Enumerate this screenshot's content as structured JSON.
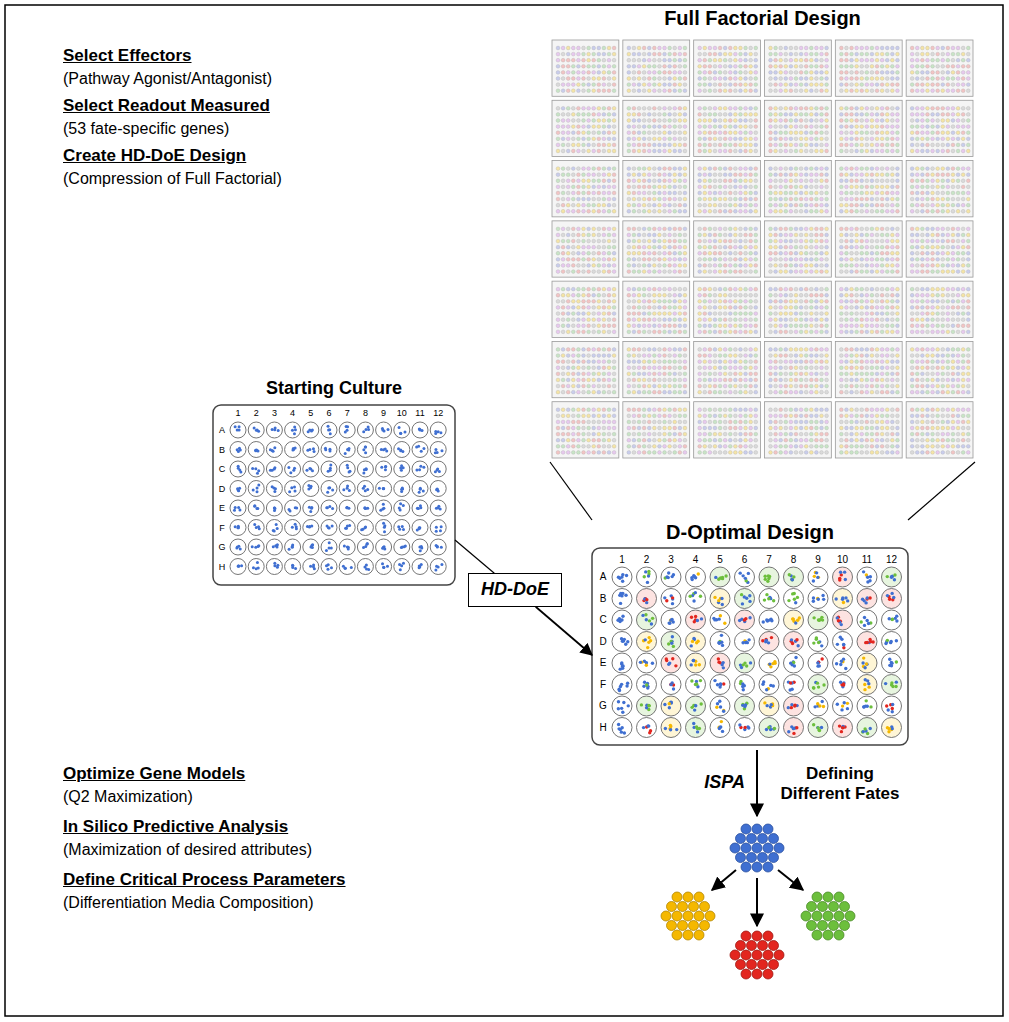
{
  "diagram": {
    "nodes": [
      {
        "text": [
          "Full Factorial Design"
        ]
      },
      {
        "text": [
          "Starting Culture"
        ]
      },
      {
        "text": [
          "HD-DoE"
        ]
      },
      {
        "text": [
          "D-Optimal Design"
        ]
      }
    ],
    "edges": [
      {
        "from": 0,
        "to": 3,
        "arrow": "none"
      },
      {
        "from": 0,
        "to": 3,
        "arrow": "none"
      },
      {
        "from": 1,
        "to": 2,
        "arrow": "none"
      },
      {
        "from": 2,
        "to": 3,
        "arrow": "to"
      }
    ],
    "labels": [
      "Select Effectors",
      "(Pathway Agonist/Antagonist)",
      "Select Readout Measured",
      "(53 fate-specific genes)",
      "Create HD-DoE Design",
      "(Compression of Full Factorial)",
      "Optimize Gene Models",
      "(Q2 Maximization)",
      "In Silico Predictive Analysis",
      "(Maximization of desired attributes)",
      "Define Critical Process Parameters",
      "(Differentiation Media Composition)",
      "ISPA",
      "Defining Different Fates",
      "1",
      "2",
      "3",
      "4",
      "5",
      "6",
      "7",
      "8",
      "9",
      "10",
      "11",
      "12",
      "A",
      "B",
      "C",
      "D",
      "E",
      "F",
      "G",
      "H",
      "1",
      "2",
      "3",
      "4",
      "5",
      "6",
      "7",
      "8",
      "9",
      "10",
      "11",
      "12",
      "A",
      "B",
      "C",
      "D",
      "E",
      "F",
      "G",
      "H"
    ]
  }
}
